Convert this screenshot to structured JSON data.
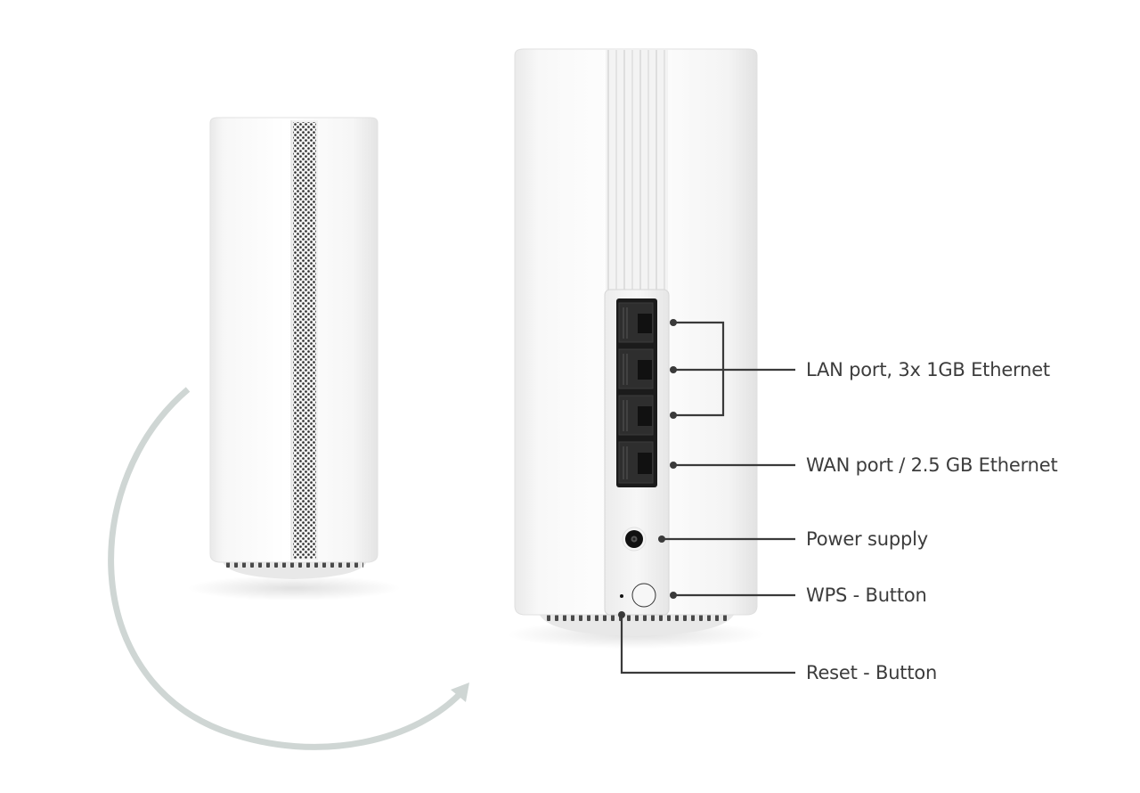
{
  "diagram": {
    "title": "",
    "devices": [
      {
        "id": "front-view",
        "description": "Router front view with perforated vent strip"
      },
      {
        "id": "rear-view",
        "description": "Router rear view with ports and buttons"
      }
    ],
    "rotation_arrow": {
      "color": "#cfd6d4",
      "direction": "clockwise from front view to rear view"
    },
    "callout_color": "#3a3a3a",
    "callouts": [
      {
        "id": "lan",
        "label": "LAN port, 3x 1GB Ethernet",
        "points": 3
      },
      {
        "id": "wan",
        "label": "WAN port / 2.5 GB Ethernet",
        "points": 1
      },
      {
        "id": "power",
        "label": "Power supply",
        "points": 1
      },
      {
        "id": "wps",
        "label": "WPS - Button",
        "points": 1
      },
      {
        "id": "reset",
        "label": "Reset - Button",
        "points": 1
      }
    ]
  }
}
